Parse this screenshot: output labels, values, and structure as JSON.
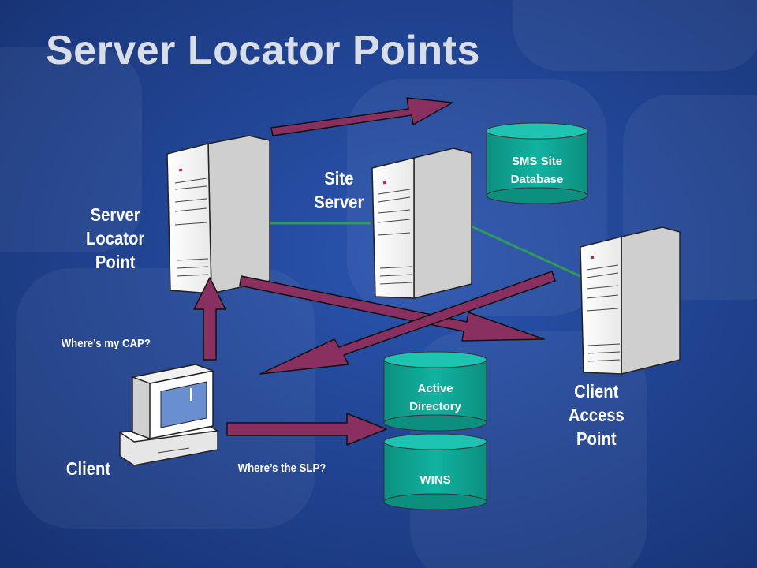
{
  "slide": {
    "title": "Server Locator Points"
  },
  "labels": {
    "server_locator_point": [
      "Server",
      "Locator",
      "Point"
    ],
    "site_server": [
      "Site",
      "Server"
    ],
    "client_access_point": [
      "Client",
      "Access",
      "Point"
    ],
    "client": "Client",
    "wheres_my_cap": "Where’s my CAP?",
    "wheres_the_slp": "Where’s the SLP?"
  },
  "databases": {
    "sms_site_database": [
      "SMS Site",
      "Database"
    ],
    "active_directory": [
      "Active",
      "Directory"
    ],
    "wins": "WINS"
  },
  "colors": {
    "background": "#1f3f8f",
    "arrow": "#8a3060",
    "cylinder": "#0fa392",
    "link_line": "#2e9a5c",
    "title": "#d8dde8"
  },
  "icons": [
    "server-icon",
    "workstation-icon",
    "database-cylinder-icon",
    "arrow-icon"
  ]
}
